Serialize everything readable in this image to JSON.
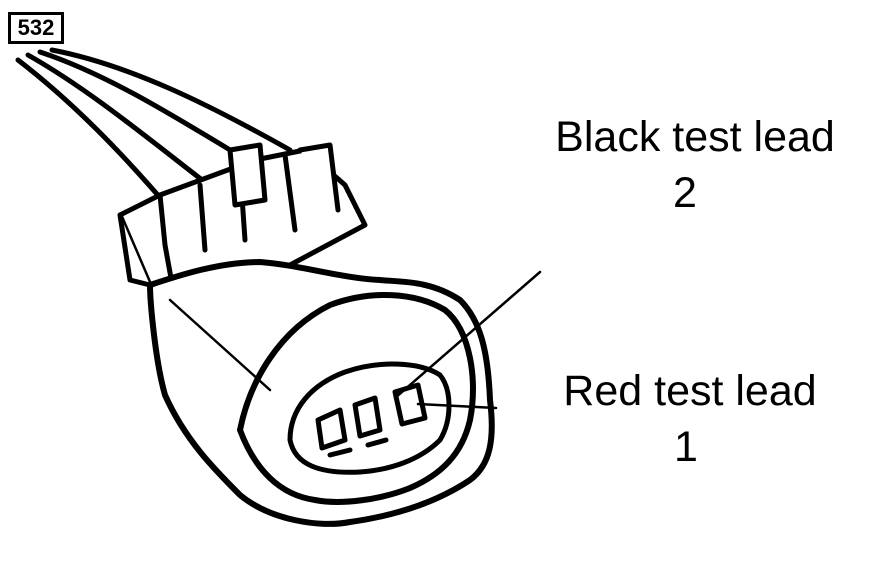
{
  "part_number": "532",
  "labels": {
    "black_lead": {
      "text": "Black test lead",
      "number": "2"
    },
    "red_lead": {
      "text": "Red test lead",
      "number": "1"
    }
  },
  "colors": {
    "ink": "#000000",
    "paper": "#ffffff"
  }
}
